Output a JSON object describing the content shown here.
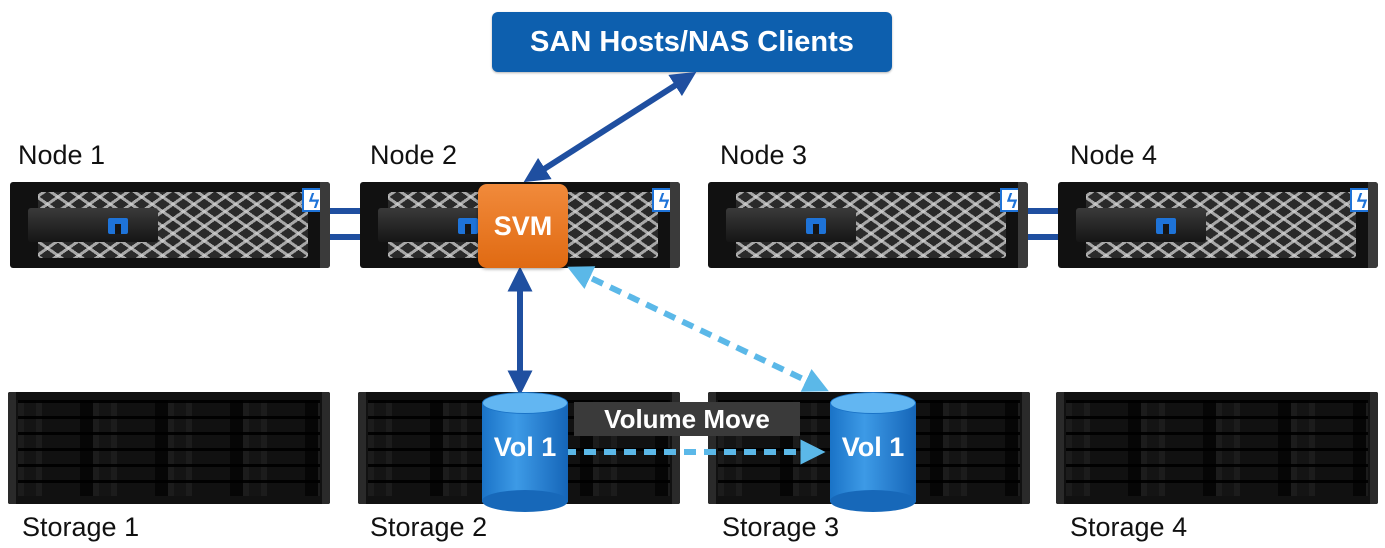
{
  "clients": {
    "label": "SAN Hosts/NAS Clients"
  },
  "nodes": [
    {
      "label": "Node 1"
    },
    {
      "label": "Node 2"
    },
    {
      "label": "Node 3"
    },
    {
      "label": "Node 4"
    }
  ],
  "storage": [
    {
      "label": "Storage 1"
    },
    {
      "label": "Storage 2"
    },
    {
      "label": "Storage 3"
    },
    {
      "label": "Storage 4"
    }
  ],
  "svm": {
    "label": "SVM"
  },
  "volumes": [
    {
      "label": "Vol 1"
    },
    {
      "label": "Vol 1"
    }
  ],
  "volume_move": {
    "label": "Volume Move"
  },
  "colors": {
    "client_box": "#0d5fae",
    "svm": "#e87722",
    "solid_arrow": "#1f4fa0",
    "dashed_arrow": "#5bb8e8",
    "volume": "#2f86d6"
  }
}
